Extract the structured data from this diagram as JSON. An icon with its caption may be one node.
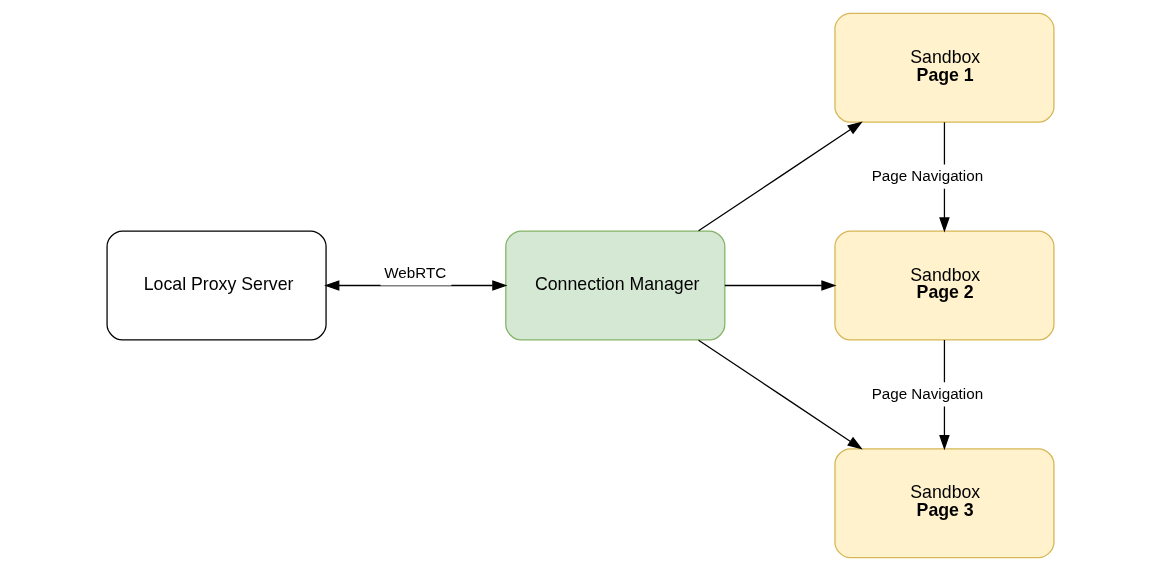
{
  "diagram": {
    "nodes": [
      {
        "text": [
          "Local Proxy Server"
        ]
      },
      {
        "text": [
          "Connection Manager"
        ]
      },
      {
        "text": [
          "Sandbox",
          "Page 1"
        ]
      },
      {
        "text": [
          "Sandbox",
          "Page 2"
        ]
      },
      {
        "text": [
          "Sandbox",
          "Page 3"
        ]
      }
    ],
    "edges": [
      {
        "from": 0,
        "to": 1,
        "arrow": "both",
        "label": "WebRTC"
      },
      {
        "from": 1,
        "to": 2,
        "arrow": "to"
      },
      {
        "from": 1,
        "to": 3,
        "arrow": "to"
      },
      {
        "from": 1,
        "to": 4,
        "arrow": "to"
      },
      {
        "from": 2,
        "to": 3,
        "arrow": "to",
        "label": "Page Navigation"
      },
      {
        "from": 3,
        "to": 4,
        "arrow": "to",
        "label": "Page Navigation"
      }
    ]
  }
}
